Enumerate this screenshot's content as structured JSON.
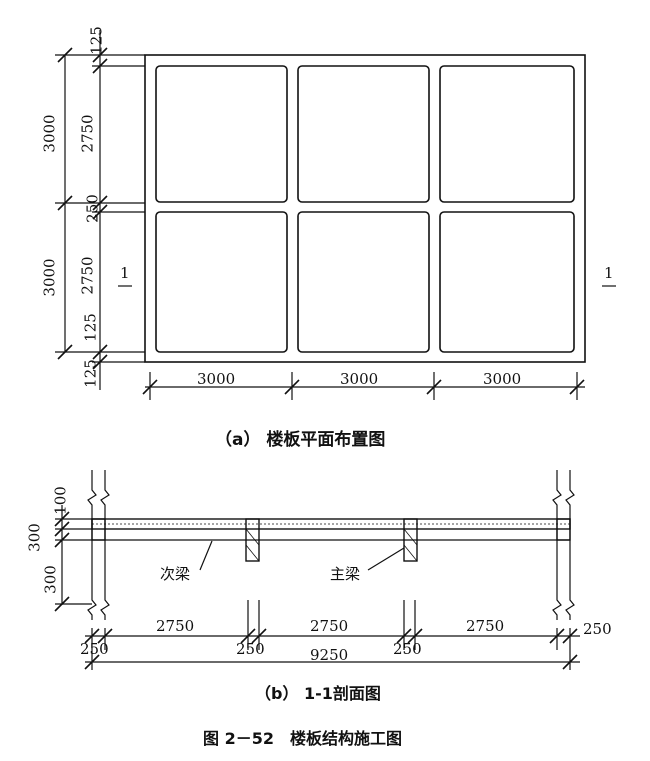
{
  "plan": {
    "caption": "（a） 楼板平面布置图",
    "section_mark": "1",
    "horizontal_dims": [
      "3000",
      "3000",
      "3000"
    ],
    "vertical_outer": [
      "3000",
      "3000"
    ],
    "vertical_inner": [
      "125",
      "2750",
      "250",
      "2750",
      "125",
      "125"
    ]
  },
  "section": {
    "caption": "（b） 1-1剖面图",
    "beam_labels": {
      "secondary": "次梁",
      "main": "主梁"
    },
    "left_dims": [
      "300",
      "100",
      "300"
    ],
    "span_dims": [
      "2750",
      "2750",
      "2750"
    ],
    "edge_dims": [
      "250",
      "250",
      "250",
      "250"
    ],
    "total_dim": "9250"
  },
  "figure_title": "图 2－52　楼板结构施工图"
}
